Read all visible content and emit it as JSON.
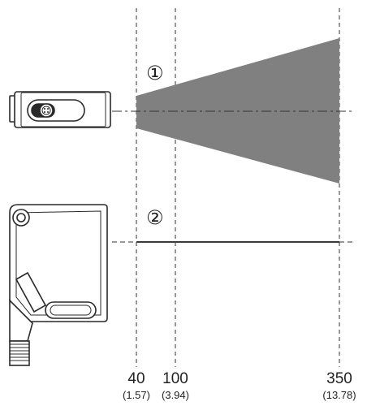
{
  "markers": [
    {
      "id": "beam-marker",
      "label": "①"
    },
    {
      "id": "line-marker",
      "label": "②"
    }
  ],
  "ticks": [
    {
      "value": "40",
      "sub": "(1.57)"
    },
    {
      "value": "100",
      "sub": "(3.94)"
    },
    {
      "value": "350",
      "sub": "(13.78)"
    }
  ],
  "colors": {
    "beam": "#808080",
    "line": "#3a3a3a",
    "sensor_body": "#ffffff",
    "sensor_stroke": "#2a2a2a"
  },
  "icons": [
    "sensor-top-view-icon",
    "sensor-side-view-icon"
  ]
}
